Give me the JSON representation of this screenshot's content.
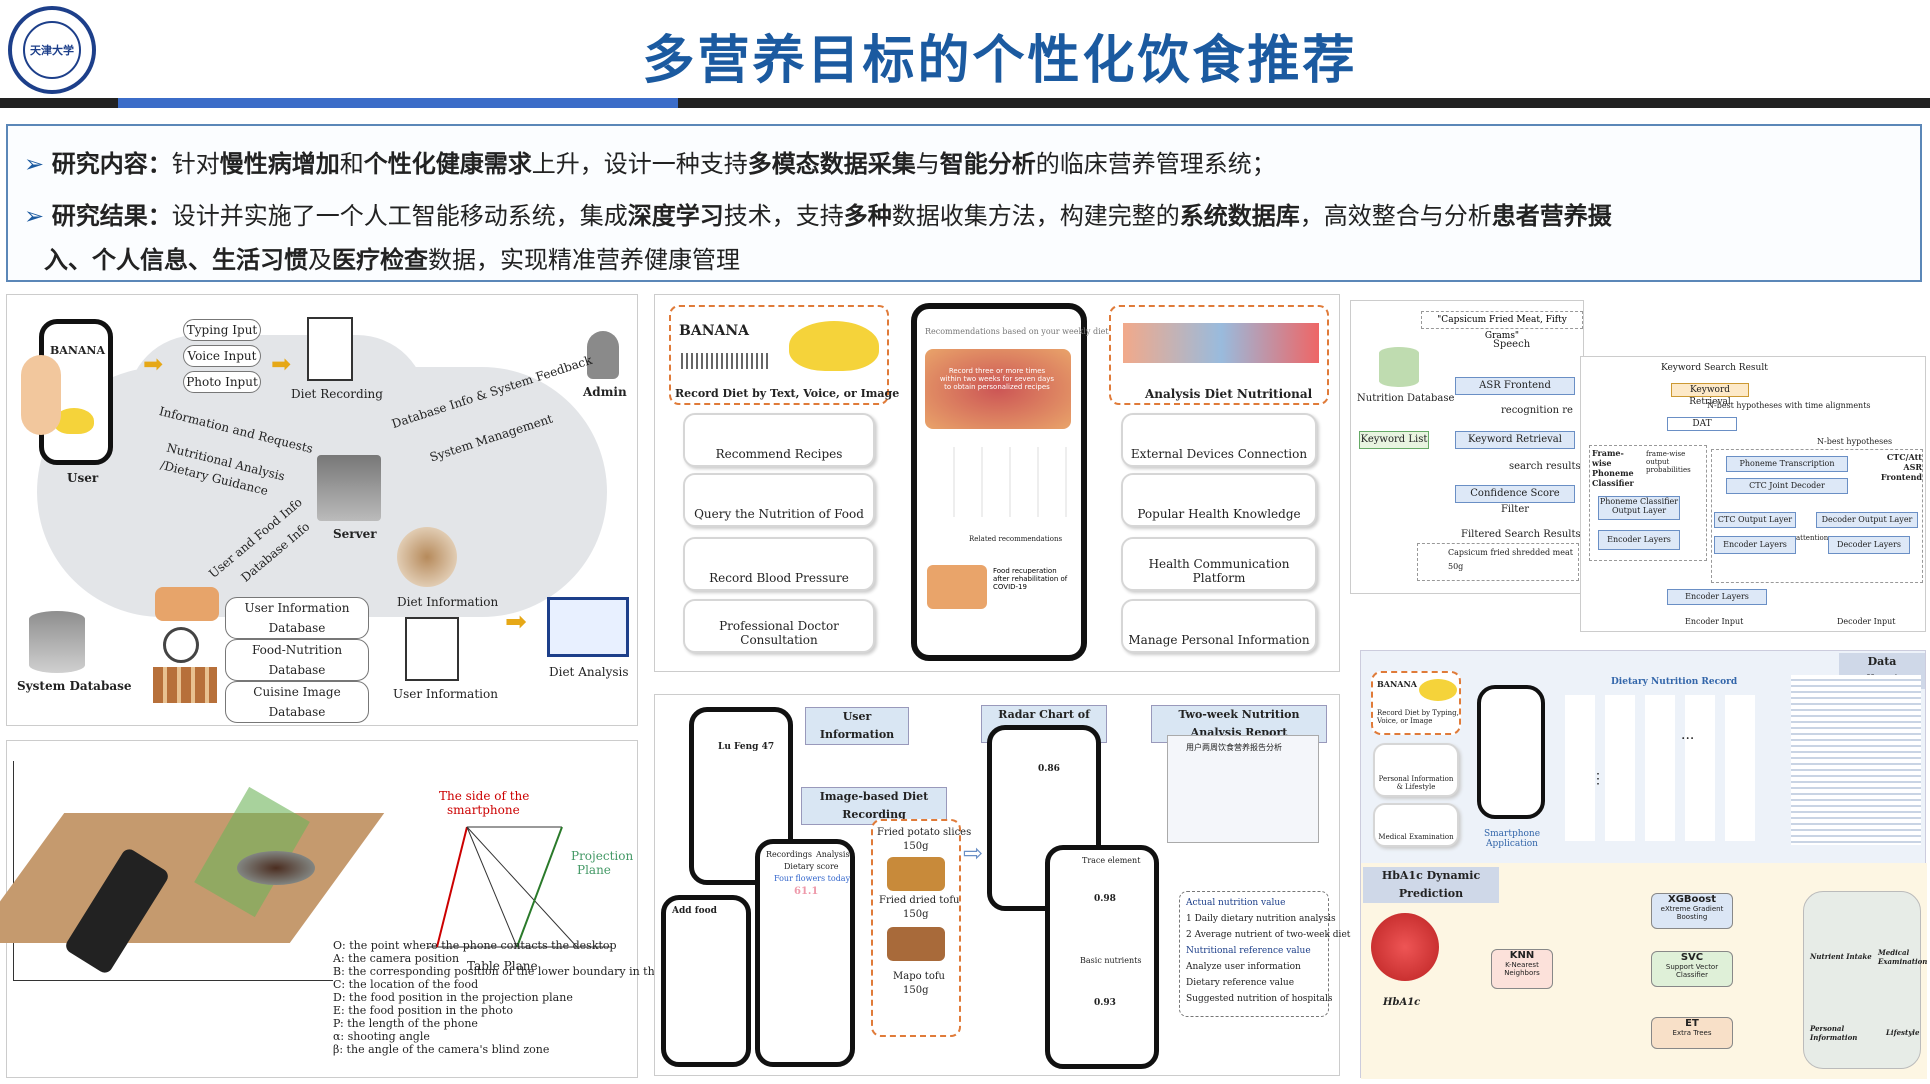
{
  "logo": {
    "text": "天津大学"
  },
  "title": "多营养目标的个性化饮食推荐",
  "research": {
    "content_prefix": "➢ ",
    "content_label": "研究内容：",
    "content_p1": "针对",
    "content_b1": "慢性病增加",
    "content_p2": "和",
    "content_b2": "个性化健康需求",
    "content_p3": "上升，设计一种支持",
    "content_b3": "多模态数据采集",
    "content_p4": "与",
    "content_b4": "智能分析",
    "content_p5": "的临床营养管理系统；",
    "result_label": "研究结果：",
    "result_p1": "设计并实施了一个人工智能移动系统，集成",
    "result_b1": "深度学习",
    "result_p2": "技术，支持",
    "result_b2": "多种",
    "result_p3": "数据收集方法，构建完整的",
    "result_b3": "系统数据库",
    "result_p4": "，高效整合与分析",
    "result_b4": "患者营养摄",
    "result_b5": "入、个人信息、生活习惯",
    "result_p5": "及",
    "result_b6": "医疗检查",
    "result_p6": "数据，实现精准营养健康管理"
  },
  "arch": {
    "typing": "Typing Iput",
    "voice": "Voice Input",
    "photo": "Photo Input",
    "diet_recording": "Diet Recording",
    "admin": "Admin",
    "user": "User",
    "info_req": "Information and Requests",
    "nutri_analysis": "Nutritional Analysis",
    "diet_guidance": "/Dietary Guidance",
    "db_info": "Database Info & System Feedback",
    "sys_mgmt": "System Management",
    "server": "Server",
    "user_food": "User and Food Info",
    "db_info2": "Database Info",
    "diet_info": "Diet Information",
    "sys_db": "System Database",
    "user_db": "User Information Database",
    "food_db": "Food-Nutrition Database",
    "cuisine_db": "Cuisine Image Database",
    "user_info": "User Information",
    "diet_analysis": "Diet Analysis",
    "banana": "BANANA"
  },
  "geom": {
    "side": "The side of the",
    "smartphone": "smartphone",
    "proj": "Projection",
    "plane": "Plane",
    "table_plane": "Table Plane",
    "legend": [
      "O: the point where the phone contacts the desktop",
      "A: the camera position",
      "B: the corresponding position of the lower boundary in the photo",
      "C: the location of the food",
      "D: the food position in the projection plane",
      "E: the food position in the photo",
      "P: the length of the phone",
      "α: shooting angle",
      "β: the angle of the camera's blind zone"
    ]
  },
  "app": {
    "record_diet": "Record Diet by Text, Voice, or Image",
    "analysis": "Analysis Diet Nutritional",
    "rec_recipes": "Recommend Recipes",
    "query": "Query the Nutrition of Food",
    "blood": "Record Blood Pressure",
    "doctor": "Professional Doctor Consultation",
    "external": "External Devices Connection",
    "popular": "Popular Health Knowledge",
    "health_comm": "Health Communication Platform",
    "manage": "Manage Personal Information",
    "phone_header": "Recommendations based on your weekly diets",
    "phone_bubble": "Record three or more times within two weeks for seven days to obtain personalized recipes",
    "related": "Related recommendations",
    "food_recup": "Food recuperation after rehabilitation of COVID-19",
    "banana": "BANANA"
  },
  "asr": {
    "voice": "\"Capsicum Fried Meat, Fifty Grams\"",
    "speech": "Speech",
    "nutrition_db": "Nutrition Database",
    "asr_frontend": "ASR Frontend",
    "recognition": "recognition re",
    "keyword_list": "Keyword List",
    "keyword_retrieval": "Keyword Retrieval",
    "search_results": "search results",
    "confidence": "Confidence Score Filter",
    "filtered": "Filtered Search Results",
    "capsicum": "Capsicum fried shredded meat",
    "grams": "50g",
    "kw_search": "Keyword Search Result",
    "kw_retrieval": "Keyword Retrieval",
    "nbest": "N-best hypotheses with time alignments",
    "dat": "DAT",
    "frame": "Frame-wise Phoneme Classifier",
    "fw_prob": "frame-wise output probabilities",
    "nbest2": "N-best hypotheses",
    "ctc_att": "CTC/Att ASR Frontend",
    "phone_trans": "Phoneme Transcription",
    "ctc_joint": "CTC Joint Decoder",
    "pc_out": "Phoneme Classifier Output Layer",
    "ctc_out": "CTC Output Layer",
    "dec_out": "Decoder Output Layer",
    "enc_layers": "Encoder Layers",
    "attention": "attention",
    "dec_layers": "Decoder Layers",
    "enc_input": "Encoder Input",
    "dec_input": "Decoder Input"
  },
  "analysis_panel": {
    "user_info": "User Information",
    "radar": "Radar Chart of Nutrients",
    "two_week": "Two-week Nutrition Analysis Report",
    "image_based": "Image-based Diet Recording",
    "user_name": "Lu Feng 47",
    "fried_potato": "Fried potato slices",
    "g150a": "150g",
    "fried_tofu": "Fried dried tofu",
    "g150b": "150g",
    "mapo": "Mapo tofu",
    "g150c": "150g",
    "add_food": "Add food",
    "recordings": "Recordings",
    "analysis": "Analysis",
    "dietary_score": "Dietary score",
    "four_flowers": "Four flowers today",
    "score": "61.1",
    "radar_val1": "0.86",
    "radar_val2": "0.98",
    "radar_val3": "0.93",
    "trace": "Trace element",
    "basic": "Basic nutrients",
    "report_title": "用户两周饮食营养报告分析",
    "legend": [
      "Actual nutrition value",
      "1 Daily dietary nutrition analysis",
      "2 Average nutrient of two-week diet",
      "Nutritional reference value",
      "Analyze user information",
      "Dietary reference value",
      "Suggested nutrition of hospitals"
    ]
  },
  "ml": {
    "data_collection": "Data Collection",
    "record_diet": "Record Diet by Typing, Voice, or Image",
    "personal_info": "Personal Information & Lifestyle",
    "medical": "Medical Examination",
    "dietary_record": "Dietary Nutrition Record",
    "smartphone_app": "Smartphone Application",
    "hba1c_title": "HbA1c Dynamic Prediction",
    "hba1c": "HbA1c",
    "xgb": "XGBoost",
    "xgb_sub": "eXtreme Gradient Boosting",
    "svc": "SVC",
    "svc_sub": "Support Vector Classifier",
    "et": "ET",
    "et_sub": "Extra Trees",
    "knn": "KNN",
    "knn_sub": "K-Nearest Neighbors",
    "nutrient_intake": "Nutrient Intake",
    "medical_exam": "Medical Examination",
    "personal": "Personal Information",
    "lifestyle": "Lifestyle",
    "dots": "···",
    "vdots": "⋮",
    "banana": "BANANA"
  }
}
